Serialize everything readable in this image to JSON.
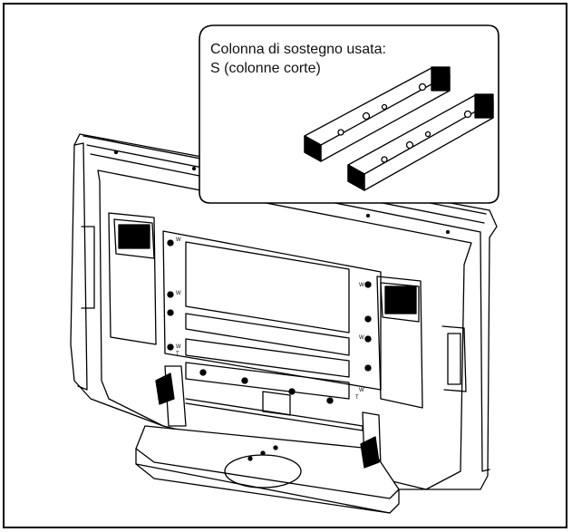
{
  "callout": {
    "line1": "Colonna di sostegno usata:",
    "line2": "S (colonne corte)"
  },
  "hole_labels": {
    "w": "W",
    "t": "T"
  },
  "colors": {
    "line": "#000000",
    "paper": "#ffffff"
  }
}
